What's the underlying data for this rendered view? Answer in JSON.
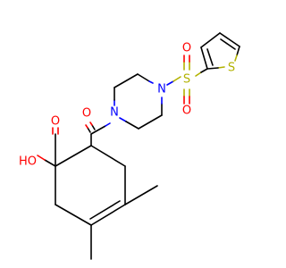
{
  "molecule": {
    "atoms": {
      "carboxyl_oh": "HO",
      "carboxyl_o": "O",
      "amide_o": "O",
      "piperazine_n1": "N",
      "piperazine_n2": "N",
      "sulfonyl_s": "S",
      "sulfonyl_o1": "O",
      "sulfonyl_o2": "O",
      "thiophene_s": "S"
    },
    "colors": {
      "carbon": "#000000",
      "oxygen": "#ff0000",
      "nitrogen": "#0000ff",
      "sulfur": "#b2b200"
    }
  }
}
